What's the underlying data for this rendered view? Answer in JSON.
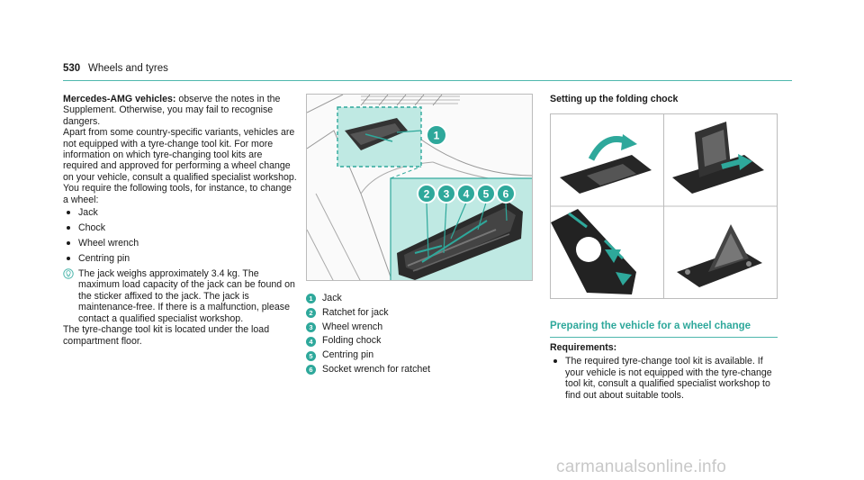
{
  "header": {
    "page_number": "530",
    "section_title": "Wheels and tyres"
  },
  "column1": {
    "amg_label": "Mercedes-AMG vehicles:",
    "amg_text": " observe the notes in the Supplement. Otherwise, you may fail to recognise dangers.",
    "intro": "Apart from some country-specific variants, vehicles are not equipped with a tyre-change tool kit. For more information on which tyre-changing tool kits are required and approved for performing a wheel change on your vehicle, consult a qualified specialist workshop.",
    "require_line": "You require the following tools, for instance, to change a wheel:",
    "tools": [
      "Jack",
      "Chock",
      "Wheel wrench",
      "Centring pin"
    ],
    "note": "The jack weighs approximately 3.4 kg. The maximum load capacity of the jack can be found on the sticker affixed to the jack. The jack is maintenance-free. If there is a malfunction, please contact a qualified specialist workshop.",
    "location": "The tyre-change tool kit is located under the load compartment floor."
  },
  "figure1": {
    "callouts": [
      "1",
      "2",
      "3",
      "4",
      "5",
      "6"
    ],
    "legend": [
      {
        "num": "1",
        "label": "Jack"
      },
      {
        "num": "2",
        "label": "Ratchet for jack"
      },
      {
        "num": "3",
        "label": "Wheel wrench"
      },
      {
        "num": "4",
        "label": "Folding chock"
      },
      {
        "num": "5",
        "label": "Centring pin"
      },
      {
        "num": "6",
        "label": "Socket wrench for ratchet"
      }
    ]
  },
  "column3": {
    "setup_title": "Setting up the folding chock",
    "section_heading": "Preparing the vehicle for a wheel change",
    "requirements_label": "Requirements:",
    "requirement": "The required tyre-change tool kit is available. If your vehicle is not equipped with the tyre-change tool kit, consult a qualified specialist workshop to find out about suitable tools."
  },
  "watermark": "carmanualsonline.info",
  "colors": {
    "accent": "#2ea89b",
    "highlight_fill": "#bfe9e3",
    "rule": "#4fb7ad"
  }
}
